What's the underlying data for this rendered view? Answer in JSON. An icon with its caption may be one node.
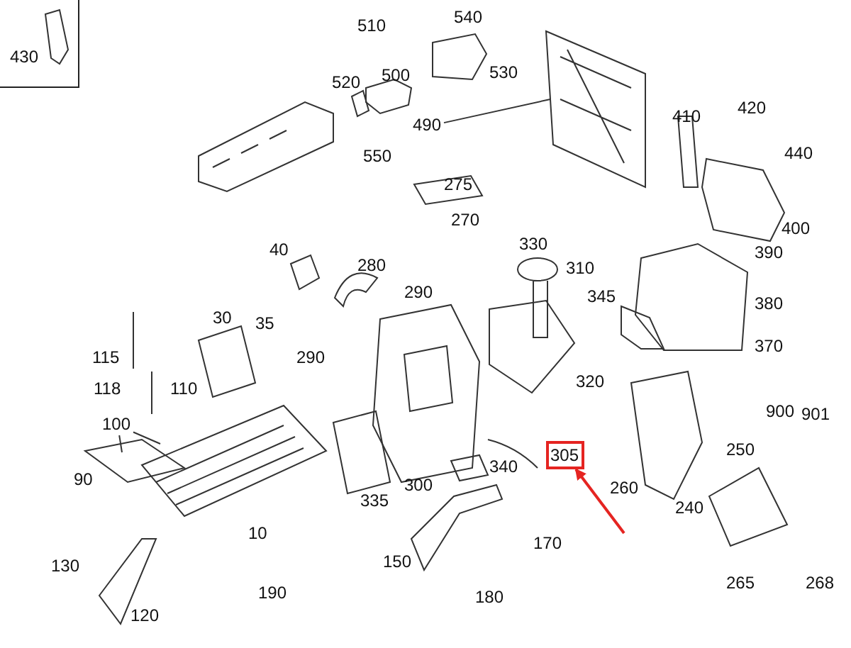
{
  "diagram": {
    "nodes": [
      {
        "text": [
          "430"
        ]
      },
      {
        "text": [
          "305"
        ]
      },
      {
        "text": [
          "490"
        ]
      },
      {
        "text": [
          "100"
        ]
      }
    ],
    "edges": [
      {
        "from": null,
        "to": 1,
        "arrow": "to",
        "color": "#e52421"
      },
      {
        "from": 2,
        "to": null,
        "arrow": "none"
      },
      {
        "from": 3,
        "to": null,
        "arrow": "none"
      },
      {
        "from": 3,
        "to": null,
        "arrow": "none"
      }
    ],
    "labels": [
      "510",
      "540",
      "520",
      "500",
      "530",
      "550",
      "410",
      "420",
      "440",
      "400",
      "275",
      "270",
      "390",
      "330",
      "310",
      "280",
      "40",
      "380",
      "30",
      "35",
      "345",
      "290",
      "290",
      "115",
      "110",
      "370",
      "118",
      "320",
      "900",
      "901",
      "250",
      "90",
      "340",
      "335",
      "300",
      "260",
      "240",
      "10",
      "170",
      "150",
      "130",
      "190",
      "180",
      "265",
      "268",
      "120"
    ]
  }
}
